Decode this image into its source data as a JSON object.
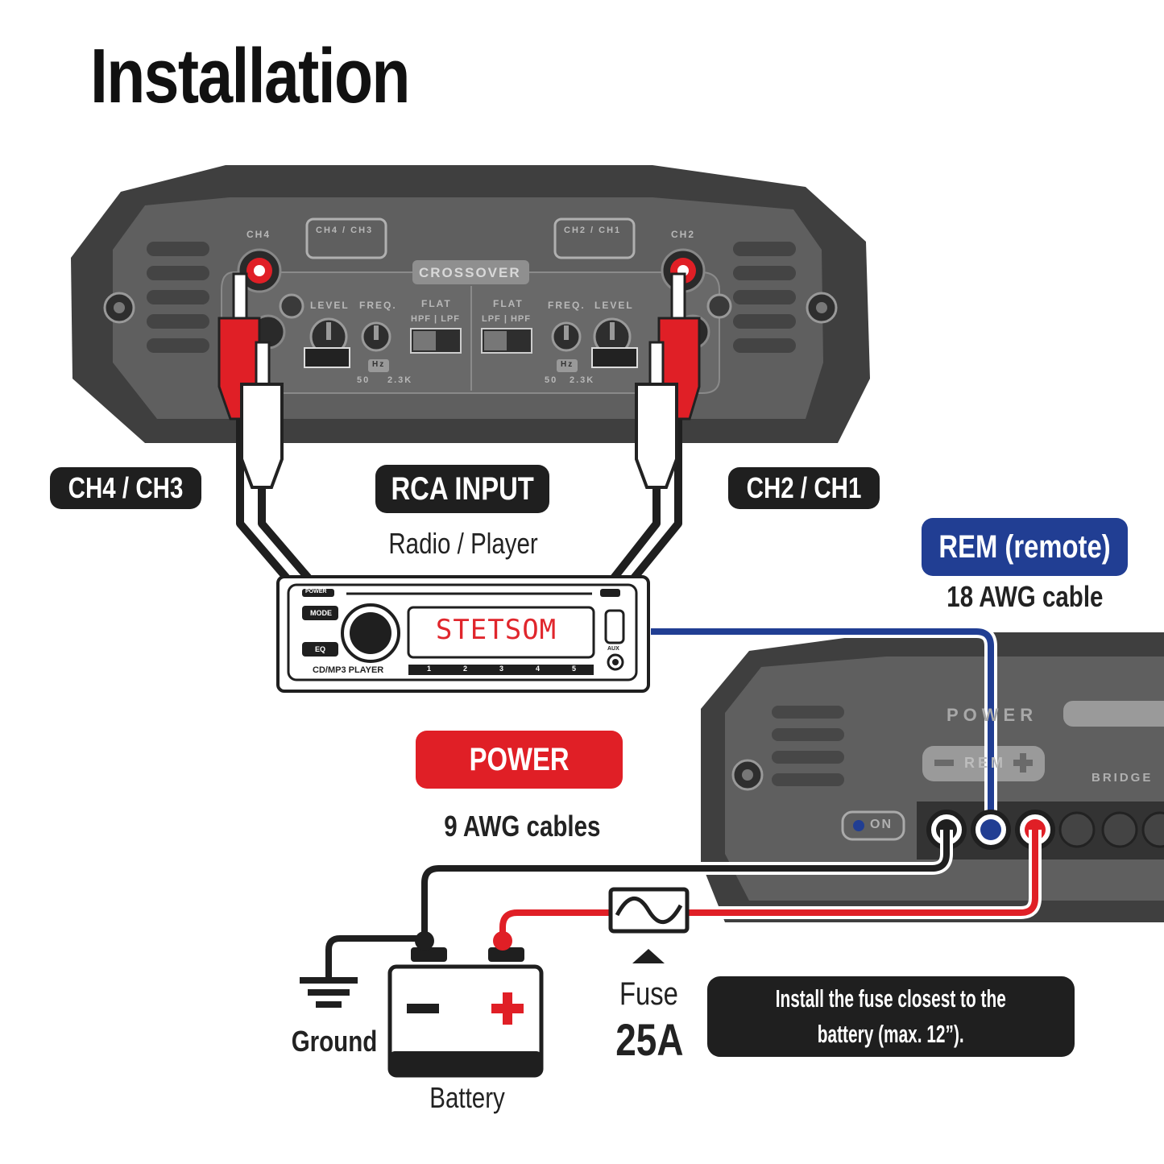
{
  "title": "Installation",
  "labels": {
    "ch4_ch3": "CH4 / CH3",
    "rca_input": "RCA INPUT",
    "radio_player": "Radio / Player",
    "ch2_ch1": "CH2 / CH1",
    "rem": "REM (remote)",
    "rem_cable": "18 AWG cable",
    "power": "POWER",
    "power_cable": "9 AWG cables",
    "ground": "Ground",
    "battery": "Battery",
    "fuse": "Fuse",
    "fuse_rating": "25A",
    "fuse_note_line1": "Install the fuse closest to the",
    "fuse_note_line2": "battery (max. 12”)."
  },
  "amplifier_top": {
    "ch4": "CH4",
    "ch2": "CH2",
    "crossover": "CROSSOVER",
    "left_bridge": "CH4 / CH3",
    "right_bridge": "CH2 / CH1",
    "level": "LEVEL",
    "freq": "FREQ.",
    "flat": "FLAT",
    "hpf_lpf": "HPF | LPF",
    "lpf_hpf": "LPF | HPF",
    "hz": "Hz",
    "freq_min": "50",
    "freq_max": "2.3K"
  },
  "head_unit": {
    "display": "STETSOM",
    "power": "POWER",
    "mode": "MODE",
    "eq": "EQ",
    "model": "CD/MP3 PLAYER",
    "aux": "AUX",
    "presets": [
      "1",
      "2",
      "3",
      "4",
      "5"
    ]
  },
  "amplifier_bottom": {
    "power": "POWER",
    "rem": "REM",
    "on": "ON",
    "bridge": "BRIDGE"
  },
  "colors": {
    "red_wire": "#e01f26",
    "blue_wire": "#213e93",
    "black_wire": "#1f1f1f",
    "amp_body": "#5e5e5e"
  }
}
